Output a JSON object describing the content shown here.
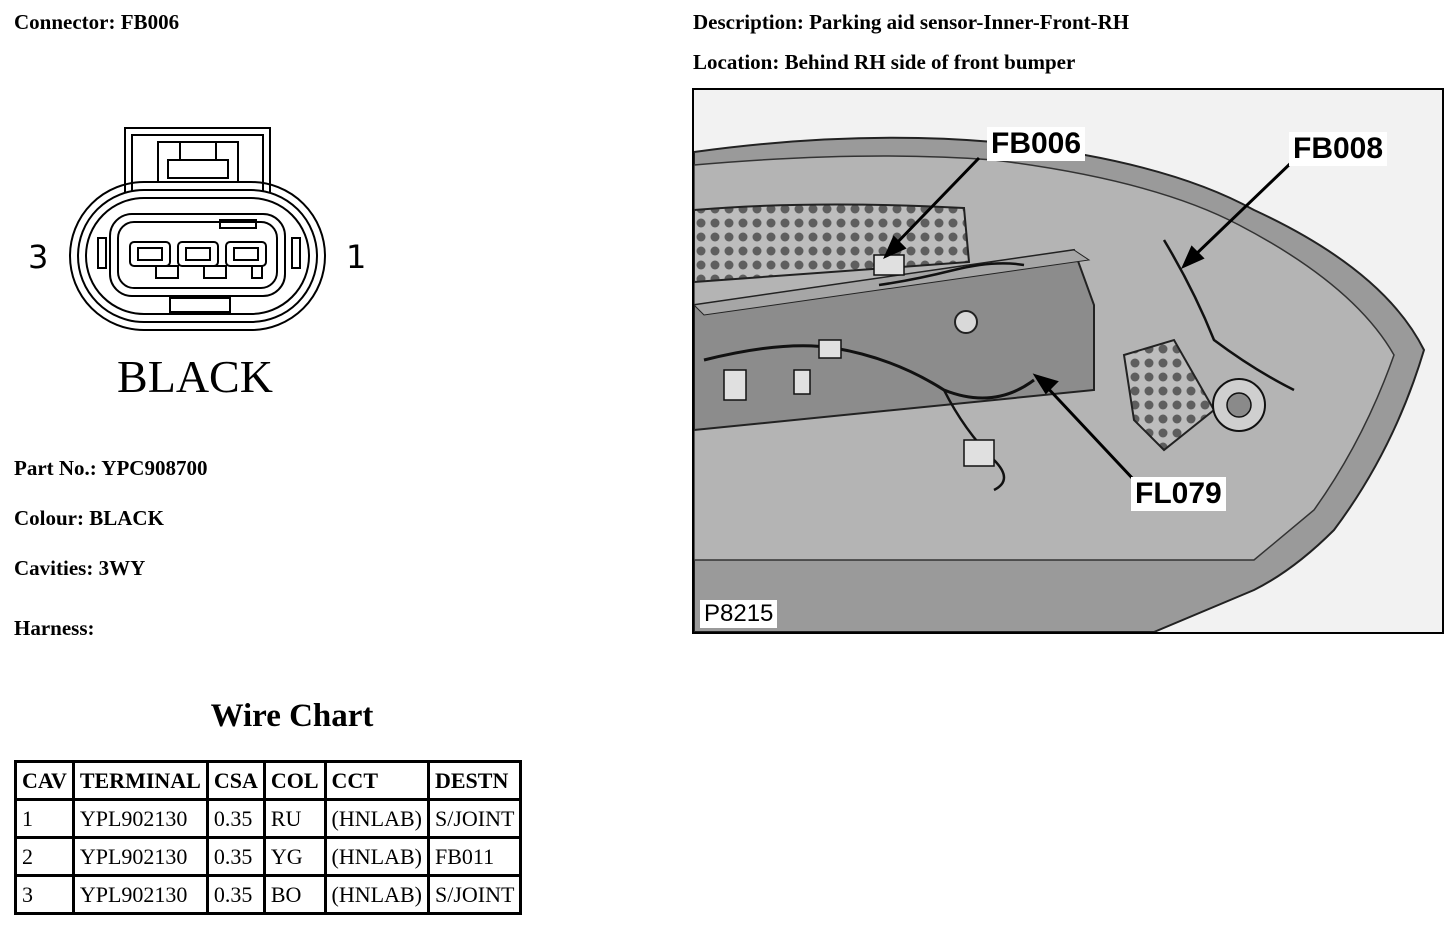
{
  "connector": {
    "label": "Connector:",
    "value": "FB006"
  },
  "diagram": {
    "pin_left": "3",
    "pin_right": "1",
    "colour_text": "BLACK"
  },
  "part_info": {
    "part_no_label": "Part No.:",
    "part_no": "YPC908700",
    "colour_label": "Colour:",
    "colour": "BLACK",
    "cavities_label": "Cavities:",
    "cavities": "3WY",
    "harness_label": "Harness:",
    "harness": ""
  },
  "wire_chart": {
    "title": "Wire Chart",
    "columns": [
      "CAV",
      "TERMINAL",
      "CSA",
      "COL",
      "CCT",
      "DESTN"
    ],
    "rows": [
      [
        "1",
        "YPL902130",
        "0.35",
        "RU",
        "(HNLAB)",
        "S/JOINT"
      ],
      [
        "2",
        "YPL902130",
        "0.35",
        "YG",
        "(HNLAB)",
        "FB011"
      ],
      [
        "3",
        "YPL902130",
        "0.35",
        "BO",
        "(HNLAB)",
        "S/JOINT"
      ]
    ]
  },
  "description": {
    "label": "Description:",
    "value": "Parking aid sensor-Inner-Front-RH"
  },
  "location": {
    "label": "Location:",
    "value": "Behind RH side of front bumper"
  },
  "photo": {
    "callouts": [
      "FB006",
      "FB008",
      "FL079"
    ],
    "reference": "P8215"
  }
}
